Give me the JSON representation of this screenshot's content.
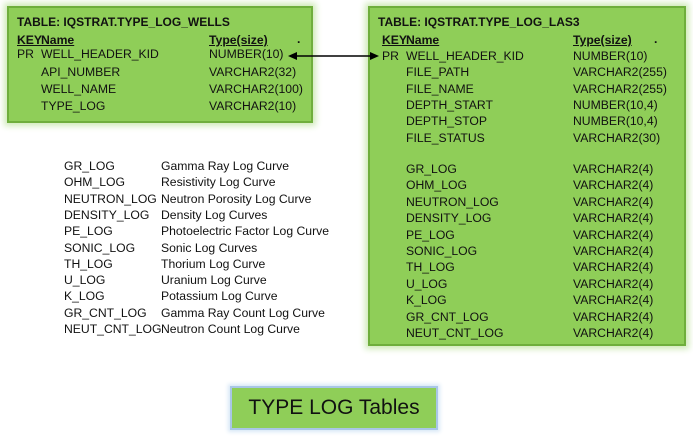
{
  "tables": {
    "wells": {
      "title": "TABLE: IQSTRAT.TYPE_LOG_WELLS",
      "headers": {
        "key": "KEY",
        "name": "Name",
        "type": "Type(size)",
        "dot": "."
      },
      "rows": [
        {
          "key": "PR",
          "name": "WELL_HEADER_KID",
          "type": "NUMBER(10)"
        },
        {
          "key": "",
          "name": "API_NUMBER",
          "type": "VARCHAR2(32)"
        },
        {
          "key": "",
          "name": "WELL_NAME",
          "type": "VARCHAR2(100)"
        },
        {
          "key": "",
          "name": "TYPE_LOG",
          "type": "VARCHAR2(10)"
        }
      ]
    },
    "las3": {
      "title": "TABLE: IQSTRAT.TYPE_LOG_LAS3",
      "headers": {
        "key": "KEY",
        "name": "Name",
        "type": "Type(size)",
        "dot": "."
      },
      "rows": [
        {
          "key": "PR",
          "name": "WELL_HEADER_KID",
          "type": "NUMBER(10)"
        },
        {
          "key": "",
          "name": "FILE_PATH",
          "type": "VARCHAR2(255)"
        },
        {
          "key": "",
          "name": "FILE_NAME",
          "type": "VARCHAR2(255)"
        },
        {
          "key": "",
          "name": "DEPTH_START",
          "type": "NUMBER(10,4)"
        },
        {
          "key": "",
          "name": "DEPTH_STOP",
          "type": "NUMBER(10,4)"
        },
        {
          "key": "",
          "name": "FILE_STATUS",
          "type": "VARCHAR2(30)"
        },
        {
          "key": "",
          "name": "GR_LOG",
          "type": "VARCHAR2(4)"
        },
        {
          "key": "",
          "name": "OHM_LOG",
          "type": "VARCHAR2(4)"
        },
        {
          "key": "",
          "name": "NEUTRON_LOG",
          "type": "VARCHAR2(4)"
        },
        {
          "key": "",
          "name": "DENSITY_LOG",
          "type": "VARCHAR2(4)"
        },
        {
          "key": "",
          "name": "PE_LOG",
          "type": "VARCHAR2(4)"
        },
        {
          "key": "",
          "name": "SONIC_LOG",
          "type": "VARCHAR2(4)"
        },
        {
          "key": "",
          "name": "TH_LOG",
          "type": "VARCHAR2(4)"
        },
        {
          "key": "",
          "name": "U_LOG",
          "type": "VARCHAR2(4)"
        },
        {
          "key": "",
          "name": "K_LOG",
          "type": "VARCHAR2(4)"
        },
        {
          "key": "",
          "name": "GR_CNT_LOG",
          "type": "VARCHAR2(4)"
        },
        {
          "key": "",
          "name": "NEUT_CNT_LOG",
          "type": "VARCHAR2(4)"
        }
      ]
    }
  },
  "legend": [
    {
      "code": "GR_LOG",
      "desc": "Gamma Ray Log Curve"
    },
    {
      "code": "OHM_LOG",
      "desc": "Resistivity Log Curve"
    },
    {
      "code": "NEUTRON_LOG",
      "desc": "Neutron Porosity Log Curve"
    },
    {
      "code": "DENSITY_LOG",
      "desc": "Density Log Curves"
    },
    {
      "code": "PE_LOG",
      "desc": "Photoelectric Factor Log Curve"
    },
    {
      "code": "SONIC_LOG",
      "desc": "Sonic Log Curves"
    },
    {
      "code": "TH_LOG",
      "desc": "Thorium Log Curve"
    },
    {
      "code": "U_LOG",
      "desc": "Uranium Log Curve"
    },
    {
      "code": "K_LOG",
      "desc": "Potassium Log Curve"
    },
    {
      "code": "GR_CNT_LOG",
      "desc": "Gamma Ray Count Log Curve"
    },
    {
      "code": "NEUT_CNT_LOG",
      "desc": "Neutron Count Log Curve"
    }
  ],
  "caption": "TYPE LOG Tables",
  "colors": {
    "table_fill": "#8fce58",
    "caption_border": "#a9c6e6",
    "arrow": "#000000"
  }
}
